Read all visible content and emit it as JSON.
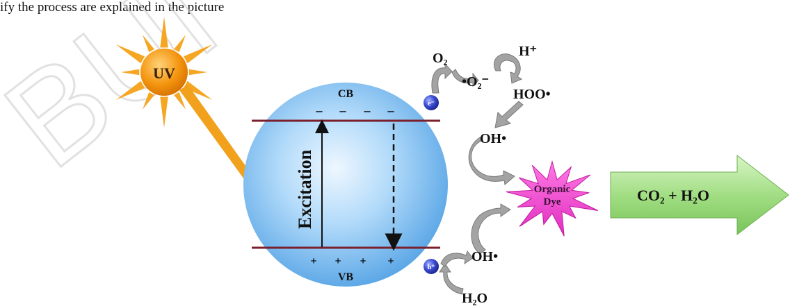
{
  "caption_fragment": "ify the process are explained in the picture",
  "watermark": "BUI",
  "sun": {
    "label": "UV"
  },
  "particle": {
    "cb_label": "CB",
    "vb_label": "VB",
    "cb_charge": "–",
    "vb_charge": "+",
    "excitation_label": "Excitation"
  },
  "carriers": {
    "electron": "e⁻",
    "hole": "h⁺"
  },
  "species": {
    "o2": "O₂",
    "superoxide": "•O₂⁻",
    "h_plus": "H⁺",
    "hoo": "HOO•",
    "oh_top": "OH•",
    "oh_bottom": "OH•",
    "h2o": "H₂O"
  },
  "dye": {
    "line1": "Organic",
    "line2": "Dye"
  },
  "products": {
    "label": "CO₂ + H₂O"
  },
  "colors": {
    "sphere": "#8ec6f2",
    "band_line": "#7a1f2b",
    "sun_core": "#f28c0f",
    "sun_ray": "#f5a623",
    "dye": "#f04fd2",
    "arrow_fill": "#a8e08a",
    "curved_arrow": "#9e9e9e",
    "carrier": "#2f3ec4"
  }
}
